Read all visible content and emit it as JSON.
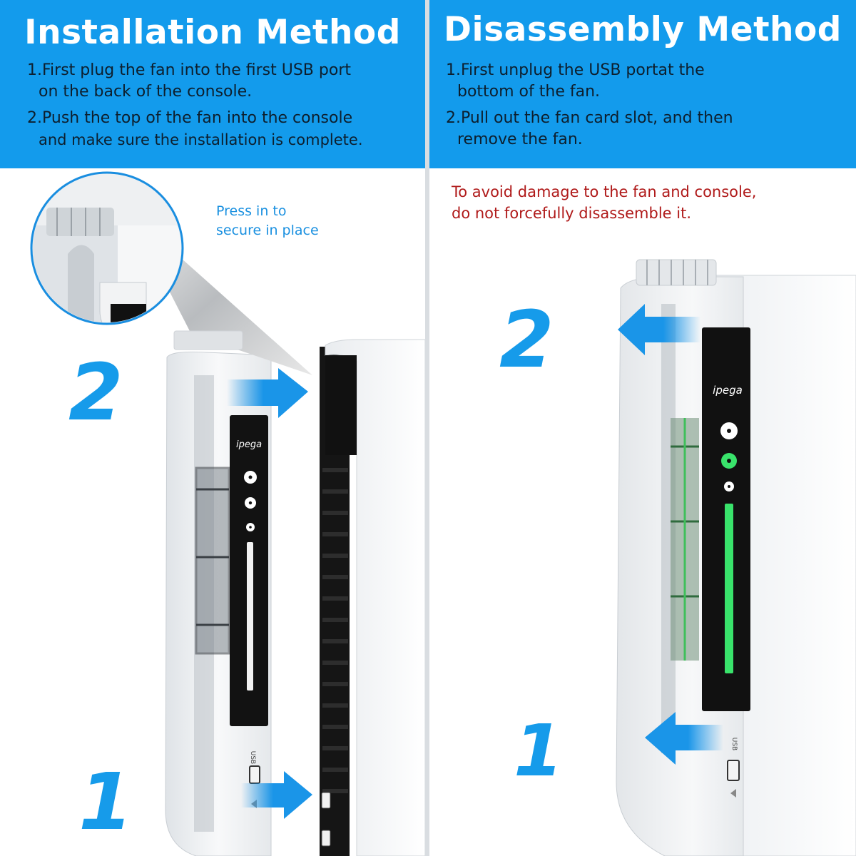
{
  "install": {
    "title": "Installation Method",
    "step1_line1": "1.First plug the fan into the first USB port",
    "step1_line2": "on the back of the console.",
    "step2_line1": "2.Push the top of the fan into the console",
    "step2_line2": "and make sure the installation is complete.",
    "callout_line1": "Press in to",
    "callout_line2": "secure in place",
    "num_2": "2",
    "num_1": "1"
  },
  "disassemble": {
    "title": "Disassembly Method",
    "step1_line1": "1.First unplug the USB portat the",
    "step1_line2": "bottom of the fan.",
    "step2_line1": "2.Pull out the fan card slot, and then",
    "step2_line2": "remove the fan.",
    "warning_line1": "To avoid damage to the fan and console,",
    "warning_line2": "do not forcefully disassemble it.",
    "num_2": "2",
    "num_1": "1"
  },
  "product": {
    "brand": "ipega",
    "port_label": "USB"
  },
  "colors": {
    "banner": "#139bec",
    "accent": "#169bea",
    "warning": "#b01a1a",
    "led_green": "#39e36b"
  }
}
